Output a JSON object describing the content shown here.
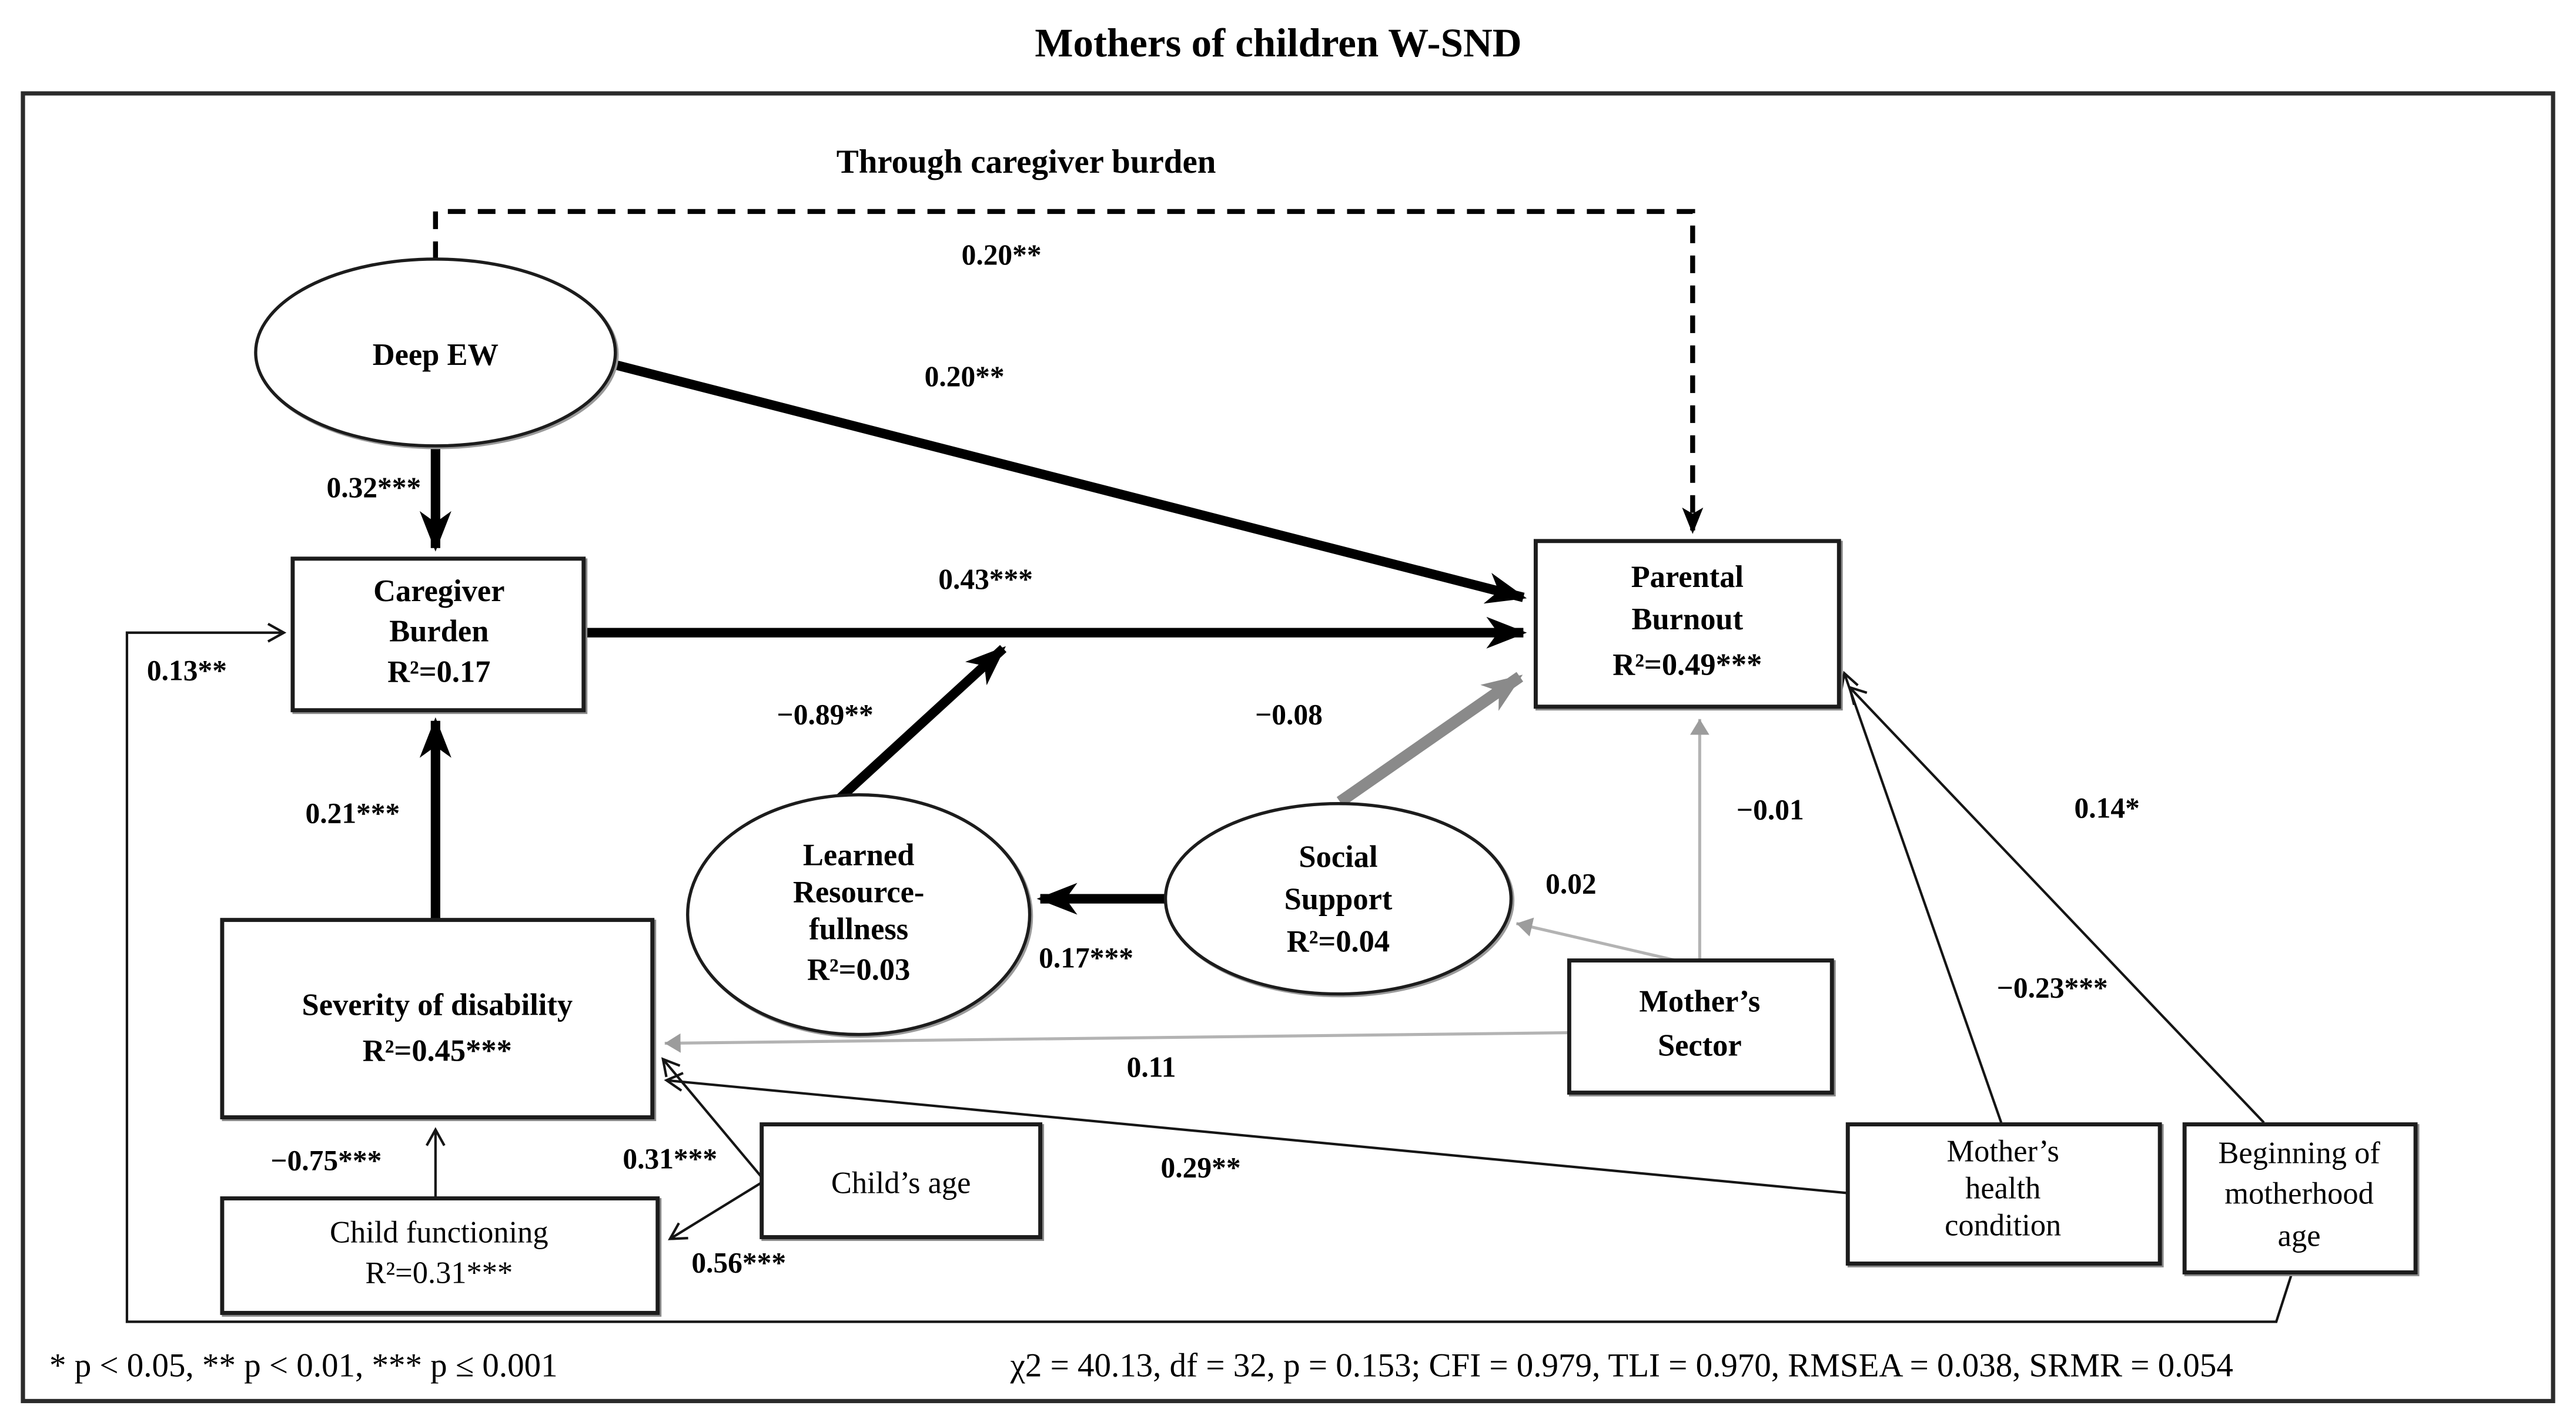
{
  "figure": {
    "title": "Mothers of children W-SND",
    "mediation_label": "Through caregiver burden",
    "footnote": "* p < 0.05, ** p < 0.01, *** p ≤ 0.001",
    "fit_stats": "χ2 = 40.13, df = 32, p = 0.153; CFI = 0.979, TLI = 0.970, RMSEA = 0.038, SRMR = 0.054"
  },
  "nodes": {
    "deep_ew": {
      "shape": "ellipse",
      "lines": [
        "Deep EW"
      ]
    },
    "caregiver_burden": {
      "shape": "rect",
      "lines": [
        "Caregiver",
        "Burden",
        "R²=0.17"
      ]
    },
    "parental_burnout": {
      "shape": "rect",
      "lines": [
        "Parental",
        "Burnout",
        "R²=0.49***"
      ]
    },
    "learned_resourcefulness": {
      "shape": "ellipse",
      "lines": [
        "Learned",
        "Resource-",
        "fullness",
        "R²=0.03"
      ]
    },
    "social_support": {
      "shape": "ellipse",
      "lines": [
        "Social",
        "Support",
        "R²=0.04"
      ]
    },
    "mothers_sector": {
      "shape": "rect",
      "lines": [
        "Mother’s",
        "Sector"
      ]
    },
    "severity_of_disability": {
      "shape": "rect",
      "lines": [
        "Severity of disability",
        "R²=0.45***"
      ]
    },
    "child_functioning": {
      "shape": "rect",
      "lines": [
        "Child functioning",
        "R²=0.31***"
      ]
    },
    "childs_age": {
      "shape": "rect",
      "lines": [
        "Child’s age"
      ]
    },
    "mothers_health_condition": {
      "shape": "rect",
      "lines": [
        "Mother’s",
        "health",
        "condition"
      ]
    },
    "beginning_of_motherhood_age": {
      "shape": "rect",
      "lines": [
        "Beginning of",
        "motherhood",
        "age"
      ]
    }
  },
  "paths": [
    {
      "from": "Deep EW",
      "to": "Parental Burnout",
      "via": "Caregiver Burden (indirect)",
      "coef": "0.20**",
      "style": "dashed-black"
    },
    {
      "from": "Deep EW",
      "to": "Parental Burnout",
      "coef": "0.20**",
      "style": "thick-black"
    },
    {
      "from": "Deep EW",
      "to": "Caregiver Burden",
      "coef": "0.32***",
      "style": "thick-black"
    },
    {
      "from": "Caregiver Burden",
      "to": "Parental Burnout",
      "coef": "0.43***",
      "style": "thick-black"
    },
    {
      "from": "Learned Resourcefulness",
      "to": "Caregiver Burden → Parental Burnout path",
      "coef": "−0.89**",
      "style": "thick-black"
    },
    {
      "from": "Social Support",
      "to": "Parental Burnout",
      "coef": "−0.08",
      "style": "thick-gray"
    },
    {
      "from": "Social Support",
      "to": "Learned Resourcefulness",
      "coef": "0.17***",
      "style": "thick-black"
    },
    {
      "from": "Severity of disability",
      "to": "Caregiver Burden",
      "coef": "0.21***",
      "style": "thick-black"
    },
    {
      "from": "Beginning of motherhood age",
      "to": "Caregiver Burden",
      "coef": "0.13**",
      "style": "thin-black"
    },
    {
      "from": "Mother’s Sector",
      "to": "Social Support",
      "coef": "0.02",
      "style": "thin-light-gray"
    },
    {
      "from": "Mother’s Sector",
      "to": "Parental Burnout",
      "coef": "−0.01",
      "style": "thin-light-gray"
    },
    {
      "from": "Mother’s Sector",
      "to": "Severity of disability",
      "coef": "0.11",
      "style": "thin-light-gray"
    },
    {
      "from": "Child functioning",
      "to": "Severity of disability",
      "coef": "−0.75***",
      "style": "thin-black"
    },
    {
      "from": "Child’s age",
      "to": "Severity of disability",
      "coef": "0.31***",
      "style": "thin-black"
    },
    {
      "from": "Child’s age",
      "to": "Child functioning",
      "coef": "0.56***",
      "style": "thin-black"
    },
    {
      "from": "Mother’s health condition",
      "to": "Severity of disability",
      "coef": "0.29**",
      "style": "thin-black"
    },
    {
      "from": "Mother’s health condition",
      "to": "Parental Burnout",
      "coef": "−0.23***",
      "style": "thin-black"
    },
    {
      "from": "Beginning of motherhood age",
      "to": "Parental Burnout",
      "coef": "0.14*",
      "style": "thin-black"
    }
  ]
}
